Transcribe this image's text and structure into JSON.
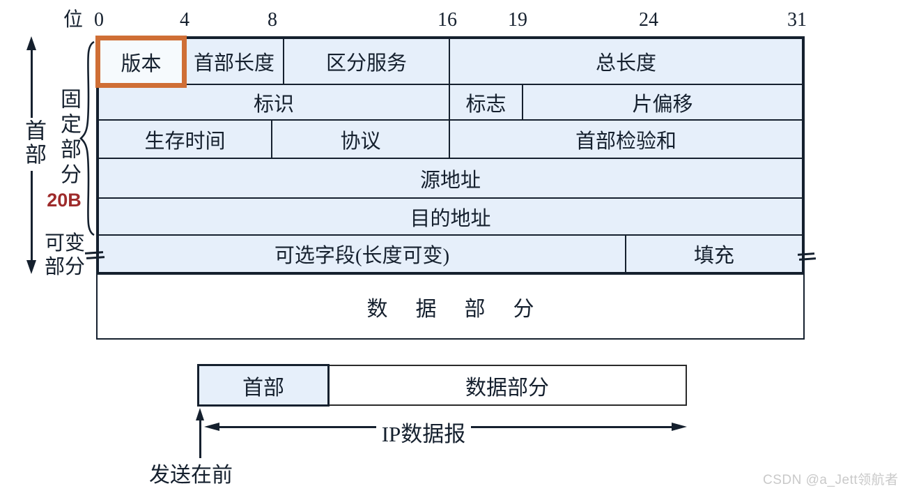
{
  "bit_scale": {
    "unit": "位",
    "ticks": [
      "0",
      "4",
      "8",
      "16",
      "19",
      "24",
      "31"
    ]
  },
  "ip_header": {
    "version": "版本",
    "header_length": "首部长度",
    "dscp": "区分服务",
    "total_length": "总长度",
    "identification": "标识",
    "flags": "标志",
    "fragment_offset": "片偏移",
    "ttl": "生存时间",
    "protocol": "协议",
    "header_checksum": "首部检验和",
    "source_address": "源地址",
    "destination_address": "目的地址",
    "options": "可选字段(长度可变)",
    "padding": "填充",
    "data_section": "数据部分"
  },
  "annotations": {
    "header": "首部",
    "fixed_part": "固定部分",
    "fixed_part_size": "20B",
    "variable_part": "可变部分"
  },
  "datagram_strip": {
    "header": "首部",
    "data": "数据部分",
    "span_label": "IP数据报",
    "send_first": "发送在前"
  },
  "watermark": "CSDN @a_Jett领航者",
  "colors": {
    "cell_fill": "#e6effa",
    "highlight_border": "#cf6e35",
    "fixed_size_text": "#9e2b2b",
    "line": "#15202e",
    "watermark_text": "#c9c9c9"
  }
}
